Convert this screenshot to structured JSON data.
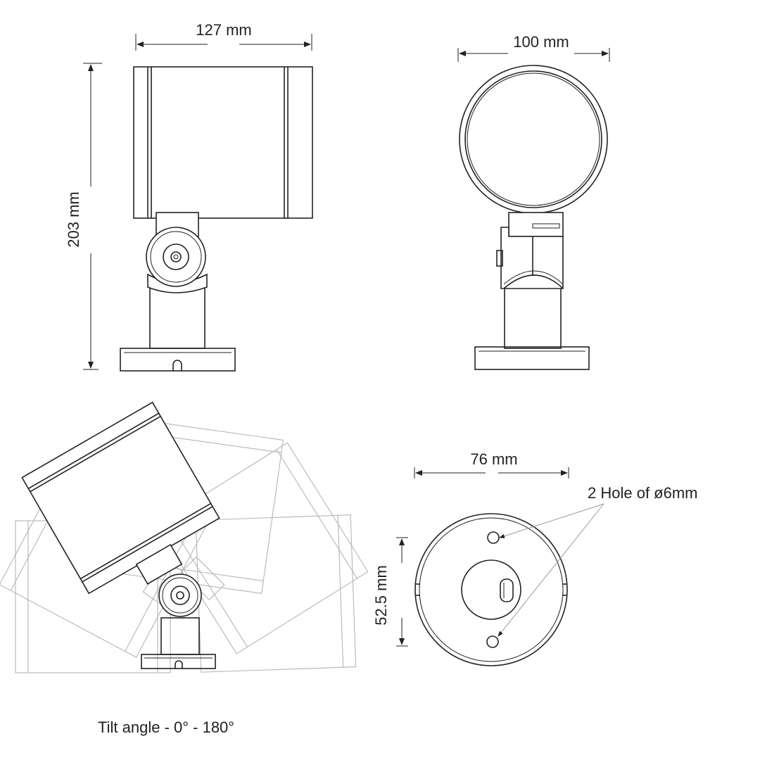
{
  "dimensions": {
    "front_width": "127 mm",
    "side_diameter": "100 mm",
    "overall_height": "203 mm",
    "base_diameter": "76 mm",
    "hole_spacing": "52.5 mm"
  },
  "annotations": {
    "holes": "2 Hole of ø6mm",
    "tilt": "Tilt angle - 0° - 180°"
  },
  "colors": {
    "line": "#222222",
    "ghost_line": "#b5b5b5",
    "background": "#ffffff"
  }
}
